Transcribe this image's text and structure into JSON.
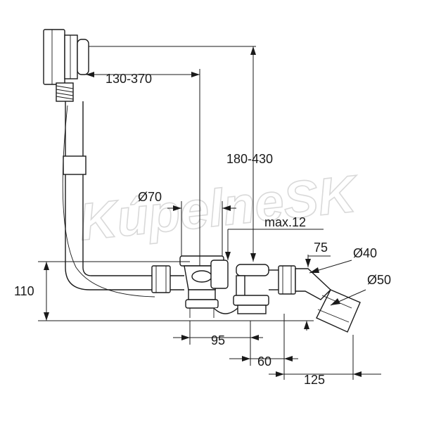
{
  "watermark": "KúpelneSK",
  "dimensions": {
    "overflow_range": "130-370",
    "height_range": "180-430",
    "drain_diameter": "Ø70",
    "max_thickness": "max.12",
    "pipe_75": "75",
    "outlet_40": "Ø40",
    "outlet_50": "Ø50",
    "height_110": "110",
    "spacing_95": "95",
    "spacing_60": "60",
    "spacing_125": "125"
  },
  "colors": {
    "line": "#1a1a1a",
    "watermark": "#d9d9d9"
  }
}
